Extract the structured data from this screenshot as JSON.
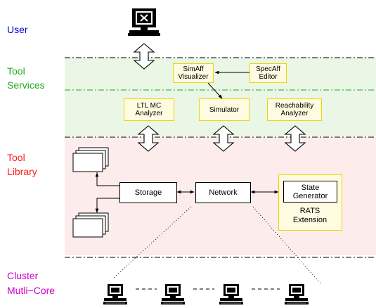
{
  "colors": {
    "user": "#0000cc",
    "services": "#22aa22",
    "library": "#ff1a1a",
    "cluster": "#cc00cc",
    "services_bg": "#eaf6e6",
    "library_bg": "#fdecec",
    "yellow_border": "#e8d800",
    "yellow_fill": "#fffbe0"
  },
  "layers": {
    "user": [
      "User"
    ],
    "services": [
      "Tool",
      "Services"
    ],
    "library": [
      "Tool",
      "Library"
    ],
    "cluster": [
      "Cluster",
      "Mutli−Core"
    ]
  },
  "services": {
    "simaff": "SimAff\nVisualizer",
    "specaff": "SpecAff\nEditor",
    "ltl": "LTL MC\nAnalyzer",
    "simulator": "Simulator",
    "reach": "Reachability\nAnalyzer"
  },
  "library": {
    "storage": "Storage",
    "network": "Network",
    "state_generator": "State\nGenerator",
    "rats": "RATS\nExtension"
  },
  "icons": [
    "monitor-icon",
    "computer-icon",
    "document-stack-icon",
    "double-arrow-icon"
  ]
}
